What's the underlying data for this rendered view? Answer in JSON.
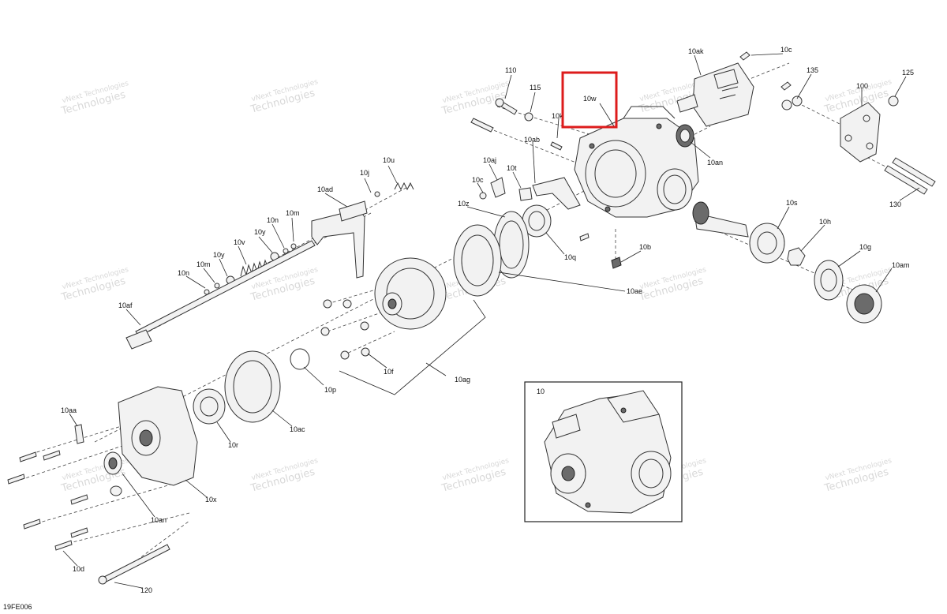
{
  "diagram": {
    "code": "19FE006",
    "highlight_color": "#dd1c1c",
    "inset_label": "10",
    "labels": {
      "l110": "110",
      "l115": "115",
      "l10w": "10w",
      "l10k": "10k",
      "l10ak": "10ak",
      "l10c_top": "10c",
      "l135": "135",
      "l100": "100",
      "l125": "125",
      "l10an_top": "10an",
      "l130": "130",
      "l10ab": "10ab",
      "l10aj": "10aj",
      "l10t": "10t",
      "l10c": "10c",
      "l10z": "10z",
      "l10q": "10q",
      "l10b": "10b",
      "l10s": "10s",
      "l10h": "10h",
      "l10g": "10g",
      "l10am": "10am",
      "l10ae": "10ae",
      "l10u": "10u",
      "l10j": "10j",
      "l10ad": "10ad",
      "l10m_a": "10m",
      "l10n_a": "10n",
      "l10y_a": "10y",
      "l10v": "10v",
      "l10y_b": "10y",
      "l10m_b": "10m",
      "l10n_b": "10n",
      "l10af": "10af",
      "l10f": "10f",
      "l10ag": "10ag",
      "l10p": "10p",
      "l10ac": "10ac",
      "l10r": "10r",
      "l10aa": "10aa",
      "l10x": "10x",
      "l10an_bot": "10an",
      "l10d": "10d",
      "l120": "120"
    },
    "watermark": {
      "line1": "vNext Technologies",
      "line2": "Technologies"
    }
  }
}
